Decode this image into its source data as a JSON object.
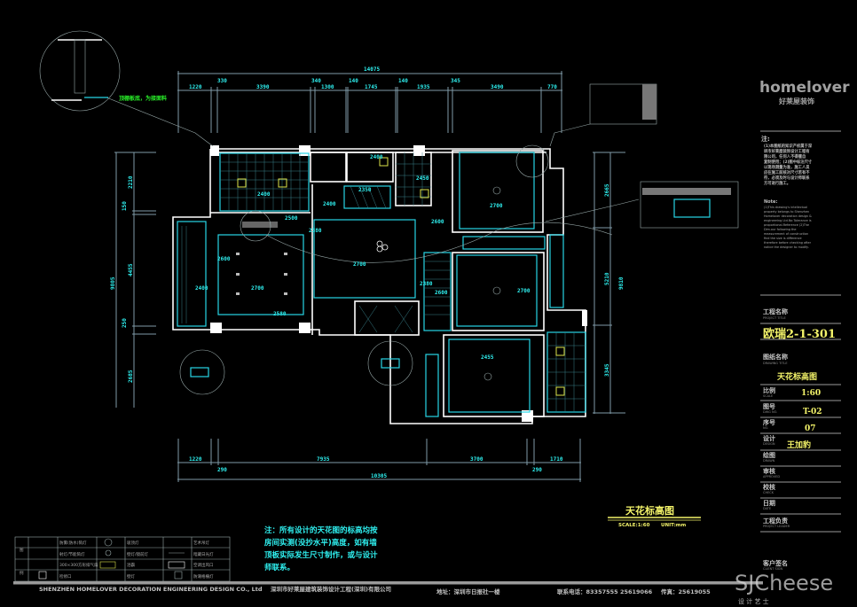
{
  "drawing": {
    "top_dims": {
      "overall": "14075",
      "parts": [
        "1220",
        "330",
        "3390",
        "340",
        "1300",
        "140",
        "1745",
        "140",
        "1935",
        "345",
        "3490",
        "770"
      ]
    },
    "bottom_dims": {
      "overall": "10305",
      "parts": [
        "1220",
        "7935",
        "3700",
        "1710"
      ],
      "small": [
        "290",
        "290"
      ]
    },
    "left_dims": {
      "overall": "9805",
      "parts": [
        "2210",
        "150",
        "4455",
        "250",
        "2685"
      ]
    },
    "right_dims": {
      "overall": "9810",
      "parts": [
        "2665",
        "5210",
        "3345"
      ]
    },
    "elevations": [
      "2400",
      "2400",
      "2450",
      "2350",
      "2400",
      "2500",
      "2380",
      "2600",
      "2600",
      "2700",
      "2380",
      "2400",
      "2700",
      "2580",
      "2600",
      "2700",
      "2700",
      "2455"
    ],
    "detail_callout": "顶棚板底，为接面料"
  },
  "title_block": {
    "logo": "homelover",
    "logo_cn": "好莱屋装饰",
    "note_heading": "注:",
    "note_cn": [
      "(1)本图纸的知识产权属于深",
      "圳市好莱屋装饰设计工程有",
      "限公司，任何人不得擅自",
      "复制使用；(2)图中标注尺寸",
      "以现场测量为准，施工人员",
      "应在施工前核对尺寸若有不",
      "符，必须及时与设计师联系",
      "方可进行施工。"
    ],
    "note_en_heading": "Note:",
    "note_en": [
      "(1)This drawing's intellectual",
      "property belongs to Shenzhen",
      "Homelover decoration design &",
      "engineering Ltd.No Tolerance is",
      "proportional.Reference (2)The",
      "Dim.our following the",
      "measurement of construction",
      "find the size is difference",
      "therefore before checking after",
      "notice the designer to modify."
    ],
    "rows": [
      {
        "label": "工程名称",
        "sub": "PROJECT TITLE",
        "value": "欧瑞2-1-301"
      },
      {
        "label": "图纸名称",
        "sub": "DRAWING TITLE",
        "value": "天花标高图"
      },
      {
        "label": "比例",
        "sub": "SCALE",
        "value": "1:60"
      },
      {
        "label": "图号",
        "sub": "DWG NO.",
        "value": "T-02"
      },
      {
        "label": "序号",
        "sub": "NO.",
        "value": "07"
      },
      {
        "label": "设计",
        "sub": "DESIGN",
        "value": "王加豹"
      },
      {
        "label": "绘图",
        "sub": "DRAWN",
        "value": ""
      },
      {
        "label": "审核",
        "sub": "APPROVED",
        "value": ""
      },
      {
        "label": "校核",
        "sub": "CHECK",
        "value": ""
      },
      {
        "label": "日期",
        "sub": "DATE",
        "value": ""
      },
      {
        "label": "工程负责",
        "sub": "PROJECT LEADER",
        "value": ""
      },
      {
        "label": "客户签名",
        "sub": "CLIENT SIGN",
        "value": ""
      }
    ]
  },
  "drawing_title": {
    "title": "天花标高图",
    "scale": "SCALE:1:60",
    "unit": "UNIT:mm"
  },
  "general_note": [
    "注：所有设计的天花图的标高均按",
    "房间实测(没抄水平)高度，如有墙",
    "顶板实际发生尺寸制作，或与设计",
    "师联系。"
  ],
  "legend": {
    "title": [
      "图",
      "例"
    ],
    "items": [
      "防雾(防水)筒灯",
      "吸顶灯",
      "艺术吊灯",
      "射灯/节能筒灯",
      "壁灯/镜前灯",
      "暗藏日光灯",
      "300×300方形排气扇",
      "浴霸",
      "空调出风口",
      "检修口",
      "壁灯",
      "防潮格栅灯"
    ]
  },
  "footer": {
    "company_en": "SHENZHEN HOMELOVER DECORATION ENGINEERING DESIGN CO., Ltd",
    "company_cn": "深圳市好莱屋建筑装饰设计工程(深圳)有限公司",
    "address": "地址：深圳市日报社一楼",
    "phone": "联系电话：83357555  25619066",
    "fax": "传真：25619055"
  },
  "watermark": {
    "text": "SJCheese",
    "sub": "设  计  艺  士"
  }
}
